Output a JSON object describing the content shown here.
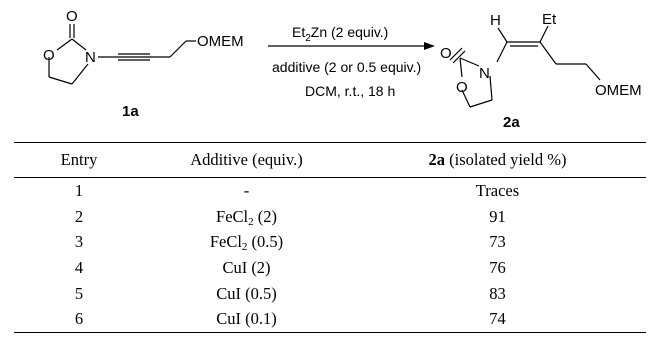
{
  "scheme": {
    "reactant_label": "1a",
    "product_label": "2a",
    "reactant_substituent": "OMEM",
    "product_substituent": "OMEM",
    "product_ethyl": "Et",
    "product_h": "H",
    "atom_o": "O",
    "atom_n": "N",
    "reagent_base": "Et",
    "reagent_sub": "2",
    "reagent_rest": "Zn (2 equiv.)",
    "additive_line": "additive (2 or 0.5 equiv.)",
    "conditions_line": "DCM, r.t., 18 h"
  },
  "table": {
    "headers": {
      "entry": "Entry",
      "additive": "Additive (equiv.)",
      "yield_bold": "2a",
      "yield_rest": " (isolated yield %)"
    },
    "rows": [
      {
        "entry": "1",
        "additive_main": "-",
        "additive_sub": "",
        "additive_rest": "",
        "yield": "Traces"
      },
      {
        "entry": "2",
        "additive_main": "FeCl",
        "additive_sub": "2",
        "additive_rest": " (2)",
        "yield": "91"
      },
      {
        "entry": "3",
        "additive_main": "FeCl",
        "additive_sub": "2",
        "additive_rest": " (0.5)",
        "yield": "73"
      },
      {
        "entry": "4",
        "additive_main": "CuI (2)",
        "additive_sub": "",
        "additive_rest": "",
        "yield": "76"
      },
      {
        "entry": "5",
        "additive_main": "CuI (0.5)",
        "additive_sub": "",
        "additive_rest": "",
        "yield": "83"
      },
      {
        "entry": "6",
        "additive_main": "CuI (0.1)",
        "additive_sub": "",
        "additive_rest": "",
        "yield": "74"
      }
    ]
  }
}
